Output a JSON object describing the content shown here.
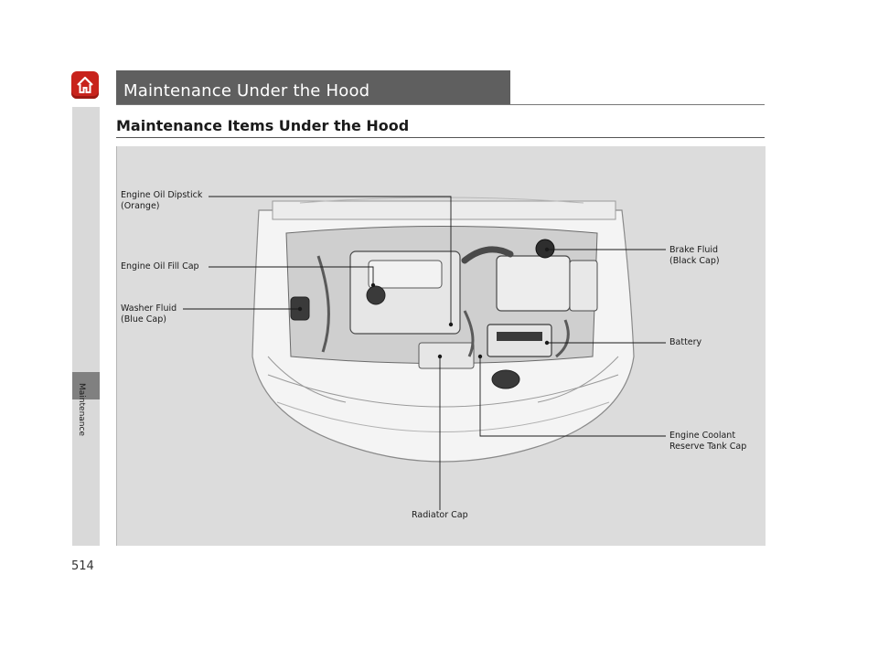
{
  "header": {
    "title": "Maintenance Under the Hood",
    "home_icon": "home-icon"
  },
  "section": {
    "heading": "Maintenance Items Under the Hood"
  },
  "sidebar": {
    "chapter_label": "Maintenance"
  },
  "figure": {
    "callouts": {
      "engine_oil_dipstick": "Engine Oil Dipstick\n(Orange)",
      "engine_oil_fill_cap": "Engine Oil Fill Cap",
      "washer_fluid": "Washer Fluid\n(Blue Cap)",
      "brake_fluid": "Brake Fluid\n(Black Cap)",
      "battery": "Battery",
      "engine_coolant": "Engine Coolant\nReserve Tank Cap",
      "radiator_cap": "Radiator Cap"
    }
  },
  "footer": {
    "page_number": "514"
  },
  "colors": {
    "brand_red": "#c8231c",
    "title_bar": "#5f5f5f",
    "figure_bg": "#dcdcdc"
  }
}
